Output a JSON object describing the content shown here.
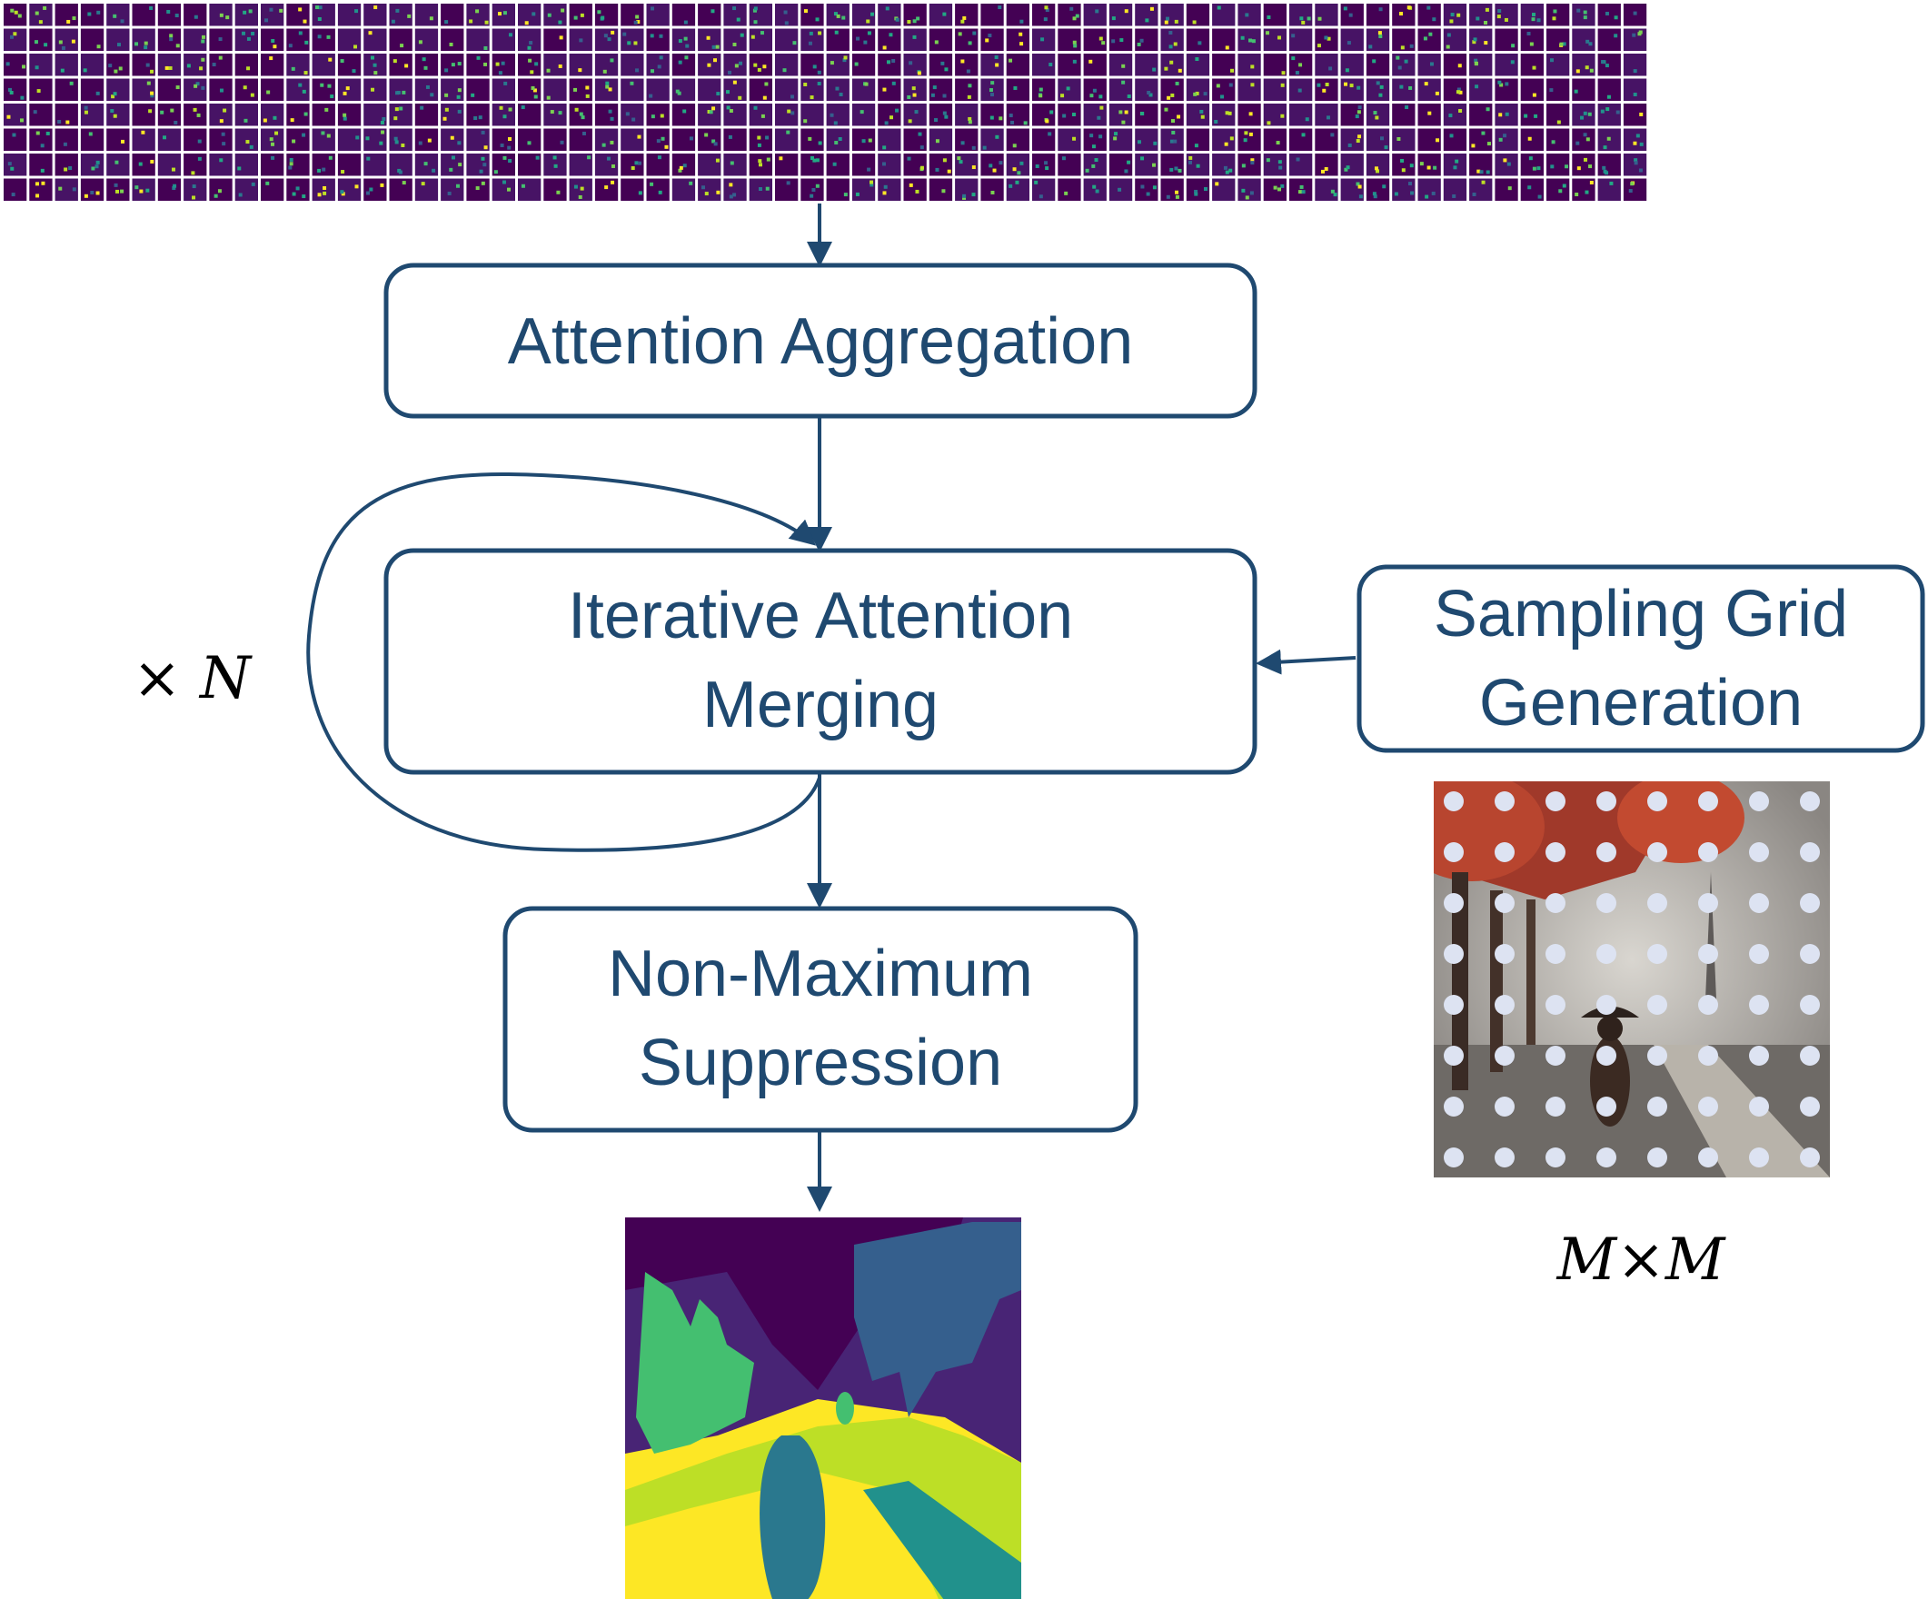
{
  "colors": {
    "accent": "#1f4970",
    "viridis": [
      "#440154",
      "#482475",
      "#414487",
      "#355f8d",
      "#2a788e",
      "#21918c",
      "#22a884",
      "#44bf70",
      "#7ad151",
      "#bddf26",
      "#fde725"
    ]
  },
  "boxes": {
    "attention_aggregation": {
      "line1": "Attention Aggregation"
    },
    "iterative_merging": {
      "line1": "Iterative Attention",
      "line2": "Merging"
    },
    "nms": {
      "line1": "Non-Maximum",
      "line2": "Suppression"
    },
    "sampling_grid": {
      "line1": "Sampling Grid",
      "line2": "Generation"
    }
  },
  "labels": {
    "repeat": "× N",
    "grid_size": "M×M"
  }
}
